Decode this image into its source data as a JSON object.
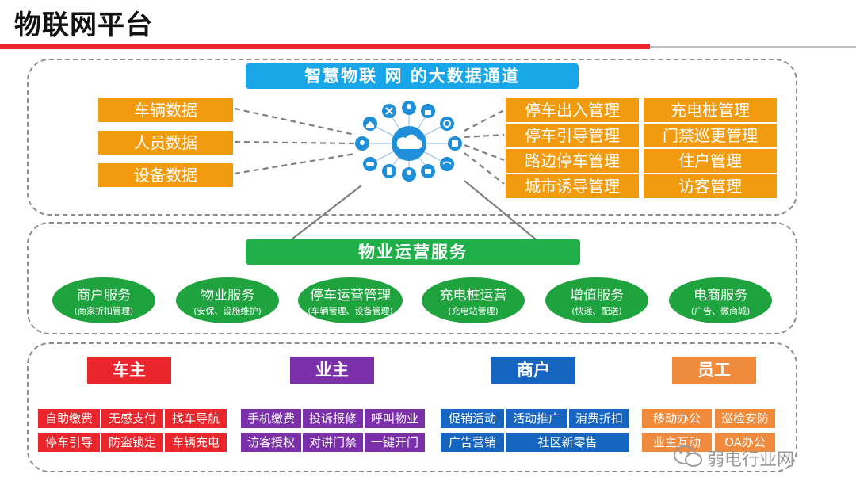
{
  "title": "物联网平台",
  "top": {
    "banner": "智慧物联 网 的大数据通道",
    "data_boxes": [
      "车辆数据",
      "人员数据",
      "设备数据"
    ],
    "mgmt_boxes": [
      [
        "停车出入管理",
        "充电桩管理"
      ],
      [
        "停车引导管理",
        "门禁巡更管理"
      ],
      [
        "路边停车管理",
        "住户管理"
      ],
      [
        "城市诱导管理",
        "访客管理"
      ]
    ],
    "hub_icons": [
      "cloud-icon",
      "home-icon",
      "mic-icon",
      "tools-icon",
      "lock-icon",
      "gear-icon",
      "phone-icon",
      "wifi-icon",
      "camera-icon",
      "user-icon",
      "mobile-icon",
      "game-icon",
      "location-icon"
    ]
  },
  "middle": {
    "banner": "物业运营服务",
    "services": [
      {
        "name": "商户服务",
        "desc": "(商家折扣管理)"
      },
      {
        "name": "物业服务",
        "desc": "(安保、设施维护)"
      },
      {
        "name": "停车运营管理",
        "desc": "(车辆管理、设备管理)"
      },
      {
        "name": "充电桩运营",
        "desc": "(充电站管理)"
      },
      {
        "name": "增值服务",
        "desc": "(快递、配送)"
      },
      {
        "name": "电商服务",
        "desc": "(广告、微商城)"
      }
    ]
  },
  "bottom": {
    "groups": [
      {
        "head": "车主",
        "color": "#e8262b",
        "items": [
          [
            "自助缴费",
            "无感支付",
            "找车导航"
          ],
          [
            "停车引导",
            "防盗锁定",
            "车辆充电"
          ]
        ]
      },
      {
        "head": "业主",
        "color": "#7b2fa8",
        "items": [
          [
            "手机缴费",
            "投诉报修",
            "呼叫物业"
          ],
          [
            "访客授权",
            "对讲门禁",
            "一键开门"
          ]
        ]
      },
      {
        "head": "商户",
        "color": "#1565c0",
        "items": [
          [
            "促销活动",
            "活动推广",
            "消费折扣"
          ],
          [
            "广告营销",
            "社区新零售"
          ]
        ]
      },
      {
        "head": "员工",
        "color": "#f08a3c",
        "items": [
          [
            "移动办公",
            "巡检安防"
          ],
          [
            "业主互动",
            "OA办公"
          ]
        ]
      }
    ]
  },
  "watermark": "弱电行业网"
}
